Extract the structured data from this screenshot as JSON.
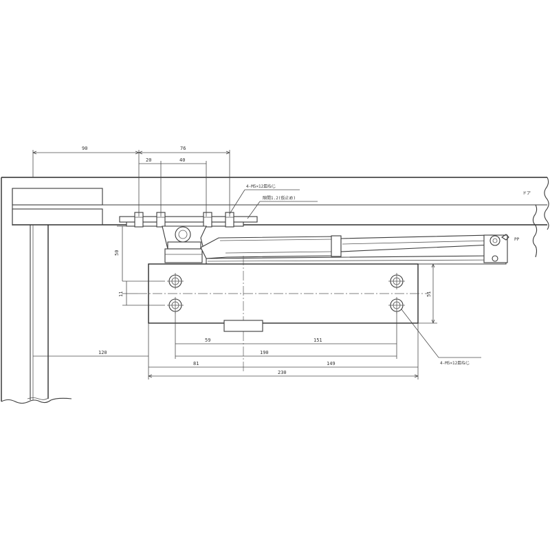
{
  "dimensions": {
    "top_left": "90",
    "top_right": "76",
    "top_inner_small": "20",
    "top_inner_large": "40",
    "left_vertical": "50",
    "left_vertical_small": "11",
    "right_vertical": "51",
    "body_left_hole": "59",
    "body_hole_span": "151",
    "left_offset": "120",
    "bottom_left": "81",
    "bottom_middle": "190",
    "bottom_right": "149",
    "overall_width": "230"
  },
  "annotations": {
    "screw_note_top": "4-M5×12皿ねじ",
    "spacer_note": "隙間1.2(仮止め)",
    "screw_note_bottom": "4-M5×12皿ねじ",
    "frame_label": "ドア",
    "arm_label": "PP"
  }
}
